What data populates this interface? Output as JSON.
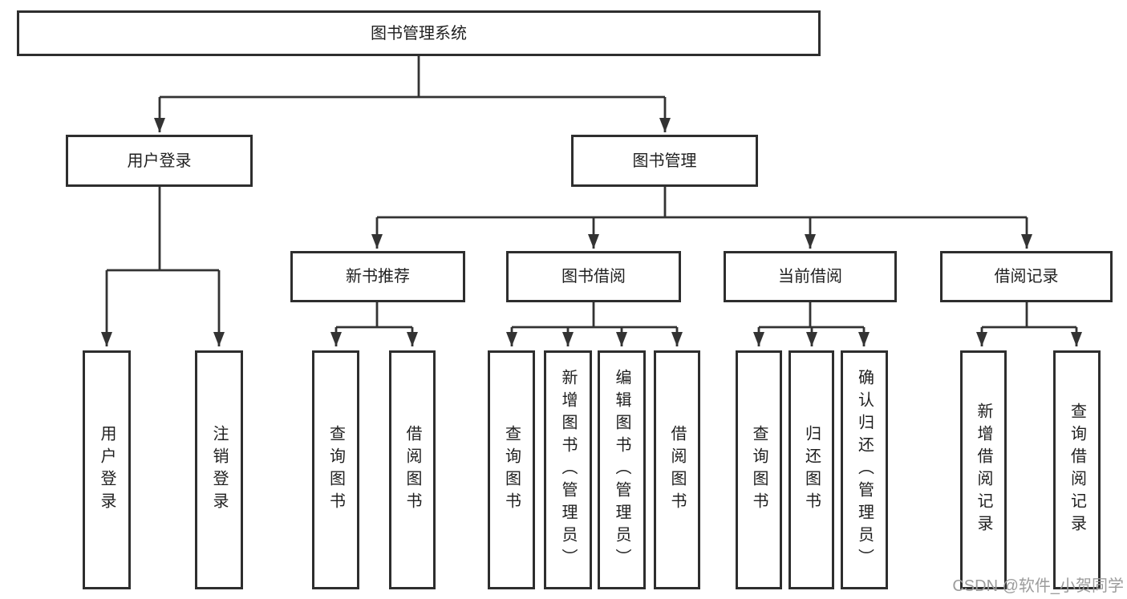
{
  "nodes": {
    "root": {
      "label": "图书管理系统"
    },
    "user_login": {
      "label": "用户登录"
    },
    "book_mgmt": {
      "label": "图书管理"
    },
    "new_book": {
      "label": "新书推荐"
    },
    "book_borrow": {
      "label": "图书借阅"
    },
    "current_borrow": {
      "label": "当前借阅"
    },
    "borrow_records": {
      "label": "借阅记录"
    },
    "leaf_user_login": {
      "label": "用户登录"
    },
    "leaf_logout": {
      "label": "注销登录"
    },
    "leaf_nb_query": {
      "label": "查询图书"
    },
    "leaf_nb_borrow": {
      "label": "借阅图书"
    },
    "leaf_bb_query": {
      "label": "查询图书"
    },
    "leaf_bb_add": {
      "label": "新增图书（管理员）"
    },
    "leaf_bb_edit": {
      "label": "编辑图书（管理员）"
    },
    "leaf_bb_borrow": {
      "label": "借阅图书"
    },
    "leaf_cb_query": {
      "label": "查询图书"
    },
    "leaf_cb_return": {
      "label": "归还图书"
    },
    "leaf_cb_confirm": {
      "label": "确认归还（管理员）"
    },
    "leaf_br_add": {
      "label": "新增借阅记录"
    },
    "leaf_br_query": {
      "label": "查询借阅记录"
    }
  },
  "watermark": {
    "text": "CSDN @软件_小贺同学"
  },
  "colors": {
    "line": "#333333",
    "box_border": "#2e2e2e",
    "text": "#1f1f1f",
    "watermark": "#9c9c9c",
    "background": "#ffffff"
  }
}
